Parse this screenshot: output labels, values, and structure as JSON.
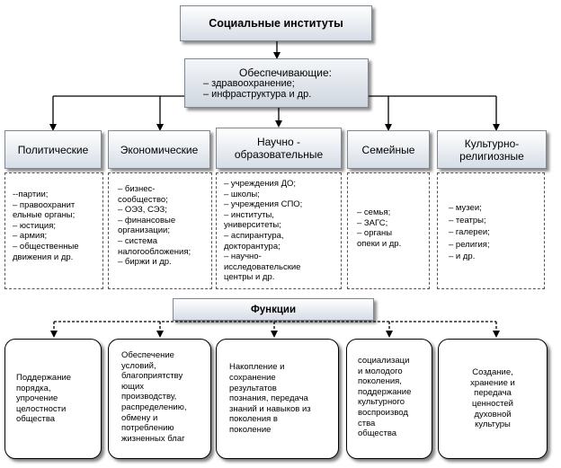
{
  "title": "Социальные институты",
  "supporting": {
    "heading": "Обеспечивающие:",
    "items": [
      "–      здравоохранение;",
      "–      инфраструктура и др."
    ]
  },
  "institutions": [
    {
      "name": "Политические",
      "items": [
        "--партии;",
        "–   правоохранит",
        "ельные органы;",
        "–  юстиция;",
        "–  армия;",
        "–  общественные",
        "движения и др."
      ]
    },
    {
      "name": "Экономические",
      "items": [
        "–  бизнес-",
        "сообщество;",
        "–  ОЭЗ, СЭЗ;",
        "–  финансовые",
        "организации;",
        "–  система",
        "налогообложения;",
        "–  биржи и др."
      ]
    },
    {
      "name": "Научно -\nобразовательные",
      "items": [
        "–  учреждения ДО;",
        "–  школы;",
        "–  учреждения СПО;",
        "–  институты,",
        "университеты;",
        "–  аспирантура,",
        "докторантура;",
        "–  научно-",
        "исследовательские",
        "центры и др."
      ]
    },
    {
      "name": "Семейные",
      "items": [
        "–  семья;",
        "–  ЗАГС;",
        "–  органы",
        "опеки и др."
      ]
    },
    {
      "name": "Культурно-\nрелигиозные",
      "items": [
        "–  музеи;",
        "–  театры;",
        "–  галереи;",
        "–  религия;",
        "–  и др."
      ]
    }
  ],
  "functions_label": "Функции",
  "functions": [
    "Поддержание\nпорядка,\nупрочение\nцелостности\nобщества",
    "Обеспечение\nусловий,\nблагоприятству\nющих\nпроизводству,\nраспределению,\nобмену и\nпотреблению\nжизненных благ",
    "Накопление и\nсохранение\nрезультатов\nпознания, передача\nзнаний и навыков из\nпоколения в\nпоколение",
    "социализаци\nи молодого\nпоколения,\nподдержание\nкультурного\nвоспроизвод\nства\nобщества",
    "Создание,\nхранение и\nпередача\nценностей\nдуховной\nкультуры"
  ]
}
